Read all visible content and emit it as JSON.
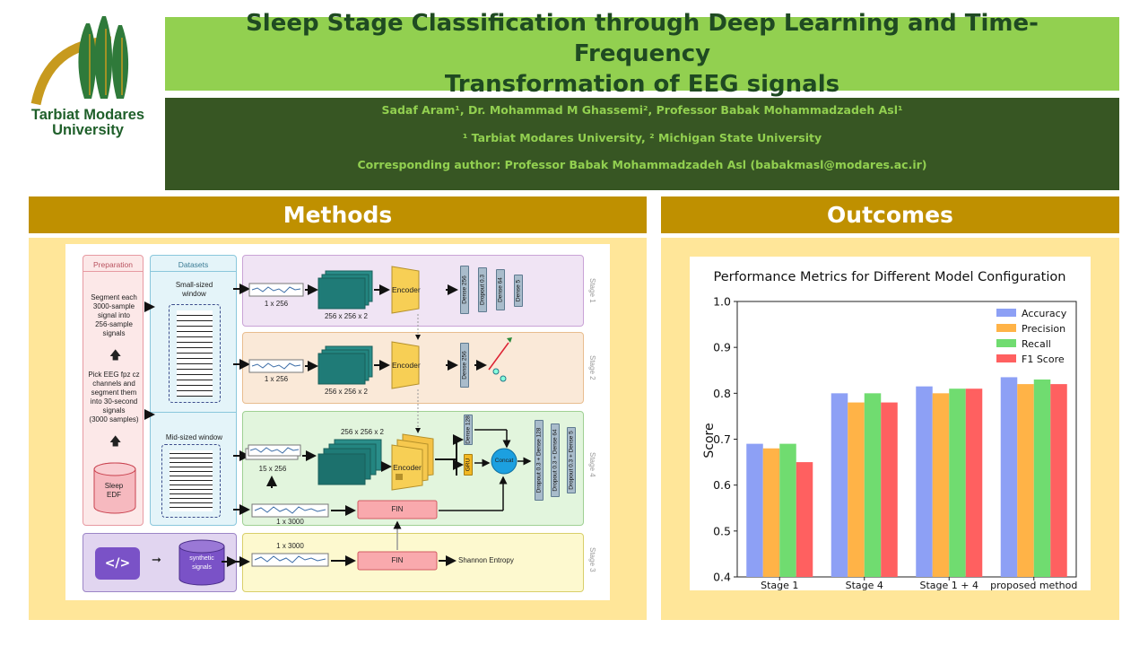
{
  "header": {
    "logo_text_1": "Tarbiat Modares",
    "logo_text_2": "University",
    "title_line_1": "Sleep Stage Classification through Deep Learning and Time-Frequency",
    "title_line_2": "Transformation of EEG signals",
    "authors": "Sadaf Aram¹, Dr. Mohammad M Ghassemi², Professor Babak Mohammadzadeh Asl¹",
    "affiliations": "¹ Tarbiat Modares University, ² Michigan State University",
    "corresponding": "Corresponding author: Professor Babak Mohammadzadeh Asl (babakmasl@modares.ac.ir)"
  },
  "sections": {
    "methods": "Methods",
    "outcomes": "Outcomes"
  },
  "diagram": {
    "preparation": "Preparation",
    "datasets": "Datasets",
    "prep_step_1": [
      "Segment each",
      "3000-sample",
      "signal into",
      "256-sample",
      "signals"
    ],
    "prep_step_2": [
      "Pick EEG fpz cz",
      "channels and",
      "segment them",
      "into 30-second",
      "signals",
      "(3000 samples)"
    ],
    "sleep_edf": [
      "Sleep",
      "EDF"
    ],
    "small_window": [
      "Small-sized",
      "window"
    ],
    "mid_window": "Mid-sized window",
    "synthetic": [
      "synthetic",
      "signals"
    ],
    "code_icon": "</>",
    "size_1x256": "1 x 256",
    "size_256x256x2": "256 x 256 x 2",
    "size_15x256": "15 x 256",
    "size_1x3000": "1 x 3000",
    "encoder": "Encoder",
    "fin": "FIN",
    "gru": "GRU",
    "concat": "Concat",
    "shannon": "Shannon Entropy",
    "dense_256": "Dense 256",
    "dropout_03": "Dropout 0.3",
    "dense_64": "Dense 64",
    "dense_5": "Dense 5",
    "dense_128": "Dense 128",
    "dd_128": "Dropout 0.3 + Dense 128",
    "dd_64": "Dropout 0.3 + Dense 64",
    "dd_5": "Dropout 0.3 + Dense 5",
    "stage_1": "Stage 1",
    "stage_2": "Stage 2",
    "stage_3": "Stage 3",
    "stage_4": "Stage 4"
  },
  "chart_data": {
    "type": "bar",
    "title": "Performance Metrics for Different Model Configuration",
    "xlabel": "",
    "ylabel": "Score",
    "ylim": [
      0.4,
      1.0
    ],
    "yticks": [
      "0.4",
      "0.5",
      "0.6",
      "0.7",
      "0.8",
      "0.9",
      "1.0"
    ],
    "categories": [
      "Stage 1",
      "Stage 4",
      "Stage 1 + 4",
      "proposed method"
    ],
    "series": [
      {
        "name": "Accuracy",
        "color": "#8da0f5",
        "values": [
          0.69,
          0.8,
          0.815,
          0.835
        ]
      },
      {
        "name": "Precision",
        "color": "#ffb347",
        "values": [
          0.68,
          0.78,
          0.8,
          0.82
        ]
      },
      {
        "name": "Recall",
        "color": "#70dc70",
        "values": [
          0.69,
          0.8,
          0.81,
          0.83
        ]
      },
      {
        "name": "F1 Score",
        "color": "#ff6060",
        "values": [
          0.65,
          0.78,
          0.81,
          0.82
        ]
      }
    ],
    "legend": "top-right",
    "grid": false
  }
}
